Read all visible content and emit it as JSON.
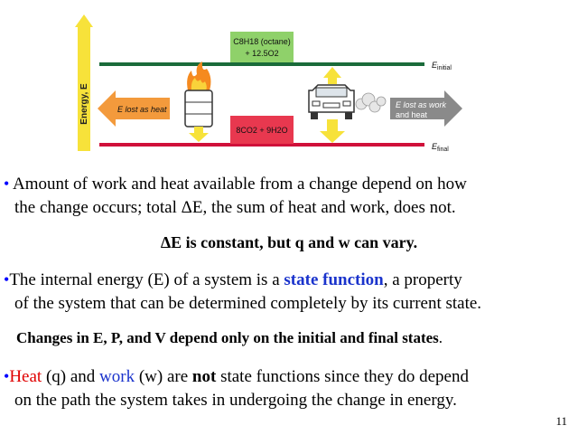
{
  "figure": {
    "y_axis_label": "Energy, E",
    "reactants_line1": "C8H18 (octane)",
    "reactants_line2": "+ 12.5O2",
    "products": "8CO2 + 9H2O",
    "left_arrow_label": "E lost as heat",
    "right_arrow_line1": "E lost as work",
    "right_arrow_line2": "and heat",
    "e_initial": "E",
    "e_initial_sub": "initial",
    "e_final": "E",
    "e_final_sub": "final"
  },
  "bullet1": {
    "marker": "•",
    "line1": "Amount of work and heat available from a change depend on how",
    "line2": "the change occurs; total ΔE, the sum of heat and work, does not."
  },
  "center1": "ΔE is constant, but q and w can vary.",
  "bullet2": {
    "marker": "•",
    "pre": "The internal energy (E) of a system is a ",
    "term": "state function",
    "post": ", a property",
    "line2": "of the system that can be determined completely by its current state."
  },
  "center2": {
    "bold": "Changes in E, P, and V depend only on the initial and final states",
    "tail": "."
  },
  "bullet3": {
    "marker": "•",
    "heat": "Heat",
    "q": " (q) and ",
    "work": "work",
    "w": " (w) are ",
    "not": "not",
    "rest": " state functions since they do depend",
    "line2": "on the path the system takes in undergoing the change in energy."
  },
  "page_number": "11",
  "colors": {
    "top_line": "#1a6b3a",
    "bottom_line": "#d0103a",
    "reactants_box": "#8fd16a",
    "products_box": "#e8384f",
    "yellow_arrow": "#f7e23a",
    "left_arrow": "#f39a3c",
    "right_arrow": "#8a8a8a",
    "term_blue": "#1a33cc",
    "heat_red": "#e00000"
  }
}
